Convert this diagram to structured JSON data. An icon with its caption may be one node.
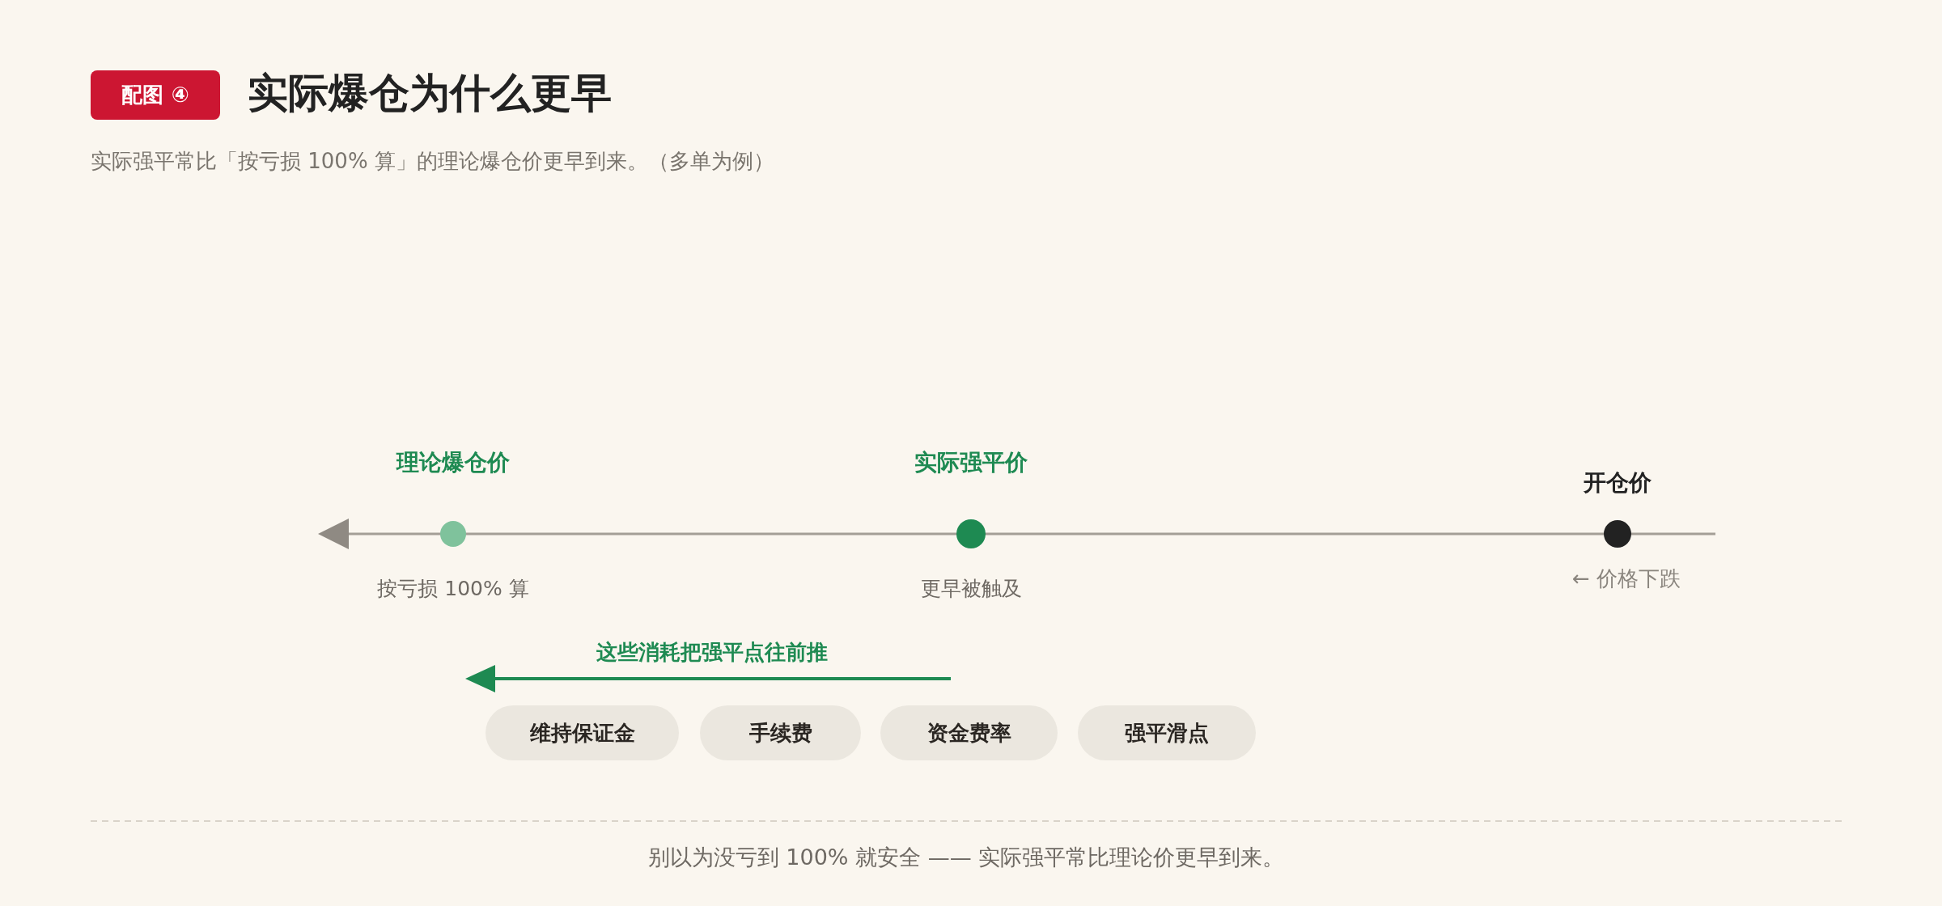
{
  "diagram": {
    "title": "实际爆仓为什么更早",
    "caption": "别以为没亏到 100% 就安全 —— 实际强平常比理论价更早到来。",
    "nodes": [
      {
        "text": [
          "理论爆仓价"
        ],
        "beside": [
          "按亏损 100% 算"
        ]
      },
      {
        "text": [
          "实际强平价"
        ],
        "beside": [
          "更早被触及"
        ]
      },
      {
        "text": [
          "开仓价"
        ]
      },
      {
        "text": [
          "维持保证金"
        ]
      },
      {
        "text": [
          "手续费"
        ]
      },
      {
        "text": [
          "资金费率"
        ]
      },
      {
        "text": [
          "强平滑点"
        ]
      }
    ],
    "edges": [],
    "labels": [
      "配图 ④",
      "实际强平常比「按亏损 100% 算」的理论爆仓价更早到来。（多单为例）",
      "← 价格下跌",
      "这些消耗把强平点往前推"
    ]
  }
}
